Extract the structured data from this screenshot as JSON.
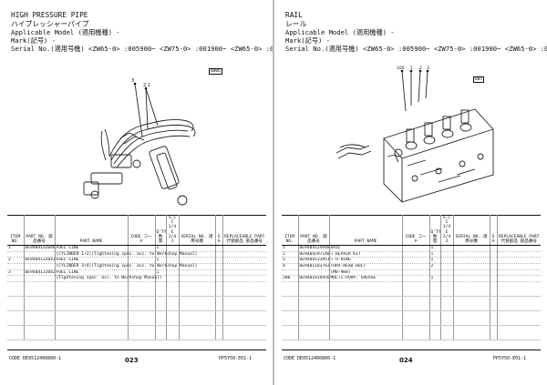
{
  "left": {
    "title_en": "HIGH PRESSURE PIPE",
    "title_jp": "ハイプレッシャーパイプ",
    "applicable_model": "Applicable Model (適用機種) -",
    "mark": "Mark(記号) -",
    "serial": "Serial No.(適用号機)  <ZW65-0> :005900~ <ZW75-0> :001900~ <ZW65-0> :004900~",
    "figure_no": "0006",
    "callouts": [
      "3",
      "1",
      "2"
    ],
    "table": {
      "headers": [
        "ITEM NO.",
        "PART NO. 部品番号",
        "PART NAME",
        "CODE コード",
        "Q'TY 数量",
        "S.C C 1/4 E 2/4 J",
        "SERIAL NO. 適用号機",
        "S A",
        "REPLACEABLE PART 代替部品 部品番号"
      ],
      "rows": [
        [
          "1",
          "DE9404132040",
          "FUEL LINE",
          "",
          "1",
          "",
          "",
          "",
          ""
        ],
        [
          "",
          "",
          "(CYLINDER 1+2)(Tightening spec. acc. to Workshop Manual)",
          "",
          "",
          "",
          "",
          "",
          ""
        ],
        [
          "2",
          "DE9404132041",
          "FUEL LINE",
          "",
          "1",
          "",
          "",
          "",
          ""
        ],
        [
          "",
          "",
          "(CYLINDER 3+4)(Tightening spec. acc. to Workshop Manual)",
          "",
          "",
          "",
          "",
          "",
          ""
        ],
        [
          "3",
          "DE9404132042",
          "FUEL LINE",
          "",
          "1",
          "",
          "",
          "",
          ""
        ],
        [
          "",
          "",
          "(Tightening spec. acc. to Workshop Manual)",
          "",
          "",
          "",
          "",
          "",
          ""
        ]
      ]
    },
    "footer_code": "CODE DE0512400800-1",
    "page_number": "023",
    "footer_ref": "PP5Y50-E01-1"
  },
  "right": {
    "title_en": "RAIL",
    "title_jp": "レール",
    "applicable_model": "Applicable Model (適用機種) -",
    "mark": "Mark(記号) -",
    "serial": "Serial No.(適用号機)  <ZW65-0> :005900~ <ZW75-0> :001900~ <ZW65-0> :004900~",
    "figure_no": "005",
    "callouts": [
      "100",
      "1",
      "2",
      "3"
    ],
    "table": {
      "headers": [
        "ITEM NO.",
        "PART NO. 部品番号",
        "PART NAME",
        "CODE コード",
        "Q'TY 数量",
        "S.C C 1/4 E 2/4 J",
        "SERIAL NO. 適用号機",
        "S A",
        "REPLACEABLE PART 代替部品 部品番号"
      ],
      "rows": [
        [
          "1",
          "DE9404124948",
          "RAIL",
          "",
          "1",
          "",
          "",
          "",
          ""
        ],
        [
          "2",
          "DE9404297148",
          "→ REPAIR KIT",
          "",
          "1",
          "",
          "",
          "",
          ""
        ],
        [
          "3",
          "DE9404133951",
          "→ O-RING",
          "",
          "1",
          "",
          "",
          "",
          ""
        ],
        [
          "4",
          "DE9401183763",
          "TORX-HEAD BOLT",
          "",
          "2",
          "",
          "",
          "",
          ""
        ],
        [
          "",
          "",
          "(M8-9mm)",
          "",
          "",
          "",
          "",
          "",
          ""
        ],
        [
          "200",
          "DE9401819456",
          "MULTI-PURP. GREASE",
          "",
          "1",
          "",
          "",
          "",
          ""
        ]
      ]
    },
    "footer_code": "CODE DE0512400800-1",
    "page_number": "024",
    "footer_ref": "PP5Y50-E01-1"
  }
}
